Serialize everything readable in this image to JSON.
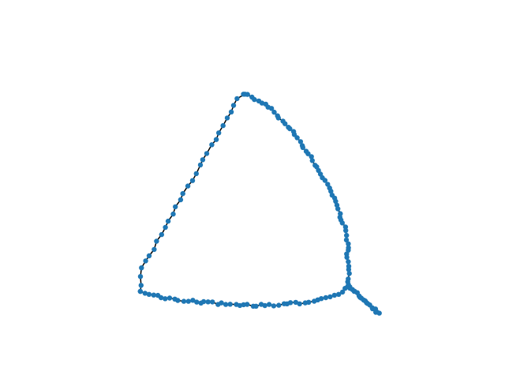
{
  "graph": {
    "node_color": "#1f77b4",
    "edge_color": "#000000",
    "node_count": 160,
    "branches": [
      {
        "from": "top",
        "to": "bottom-right"
      },
      {
        "from": "top",
        "to": "bottom-left"
      },
      {
        "from": "bottom-left",
        "to": "bottom-right"
      },
      {
        "from": "bottom-right",
        "to": "right-tail"
      }
    ]
  }
}
